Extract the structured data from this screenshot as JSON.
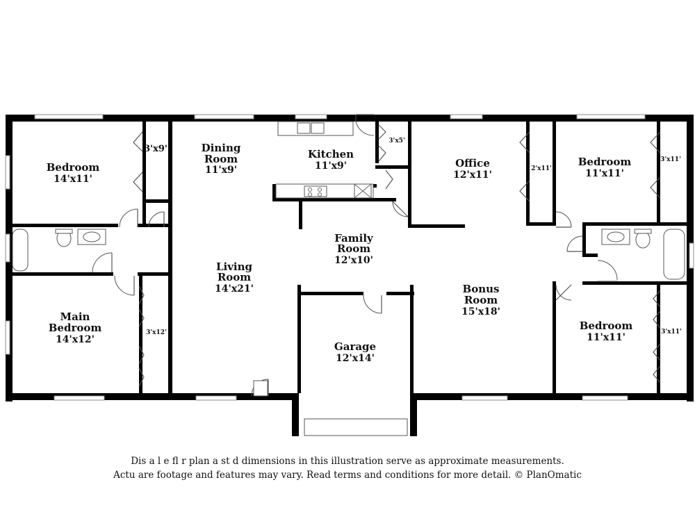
{
  "rooms": {
    "bedroom_nw": {
      "name": "Bedroom",
      "dim": "14'x11'"
    },
    "dining": {
      "name_line1": "Dining",
      "name_line2": "Room",
      "dim": "11'x9'"
    },
    "kitchen": {
      "name": "Kitchen",
      "dim": "11'x9'"
    },
    "office": {
      "name": "Office",
      "dim": "12'x11'"
    },
    "bedroom_ne": {
      "name": "Bedroom",
      "dim": "11'x11'"
    },
    "family": {
      "name_line1": "Family",
      "name_line2": "Room",
      "dim": "12'x10'"
    },
    "living": {
      "name_line1": "Living",
      "name_line2": "Room",
      "dim": "14'x21'"
    },
    "main_bedroom": {
      "name_line1": "Main",
      "name_line2": "Bedroom",
      "dim": "14'x12'"
    },
    "bonus": {
      "name_line1": "Bonus",
      "name_line2": "Room",
      "dim": "15'x18'"
    },
    "garage": {
      "name": "Garage",
      "dim": "12'x14'"
    },
    "bedroom_se": {
      "name": "Bedroom",
      "dim": "11'x11'"
    }
  },
  "closets": {
    "nw": "3'x9'",
    "kitchen_pantry": "3'x5'",
    "office": "2'x11'",
    "ne": "3'x11'",
    "main": "3'x12'",
    "se": "3'x11'"
  },
  "disclaimer": {
    "line1": "Dis a    l e fl    r plan a    st    d dimensions in this illustration serve as approximate measurements.",
    "line2": "Actu     are footage and features may vary. Read terms and conditions for more detail. © PlanOmatic"
  }
}
